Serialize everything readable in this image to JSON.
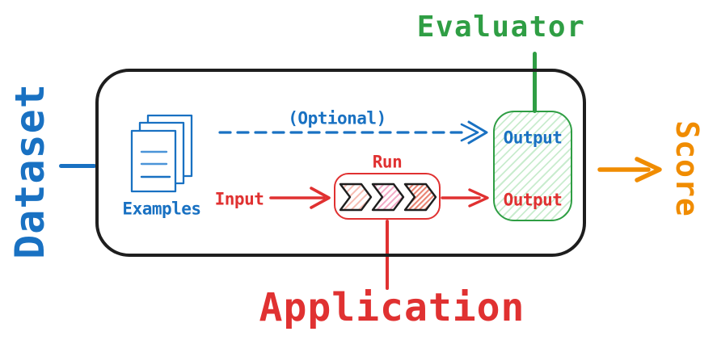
{
  "colors": {
    "blue": "#1971c2",
    "red": "#e03131",
    "green": "#2f9e44",
    "orange": "#f08c00",
    "ink": "#1e1e1e",
    "green_hatch": "#c9ecce",
    "chevron_hatch_1": "#f6bcb2",
    "chevron_hatch_2": "#f2a8c6",
    "chevron_hatch_3": "#e98270"
  },
  "diagram": {
    "dataset_label": "Dataset",
    "evaluator_label": "Evaluator",
    "application_label": "Application",
    "score_label": "Score",
    "examples_label": "Examples",
    "optional_label": "(Optional)",
    "input_label": "Input",
    "run_label": "Run",
    "evaluator_output_label": "Output",
    "application_output_label": "Output"
  },
  "icons": {
    "examples": "stacked-documents-icon",
    "run": "pipeline-chevrons-icon"
  }
}
